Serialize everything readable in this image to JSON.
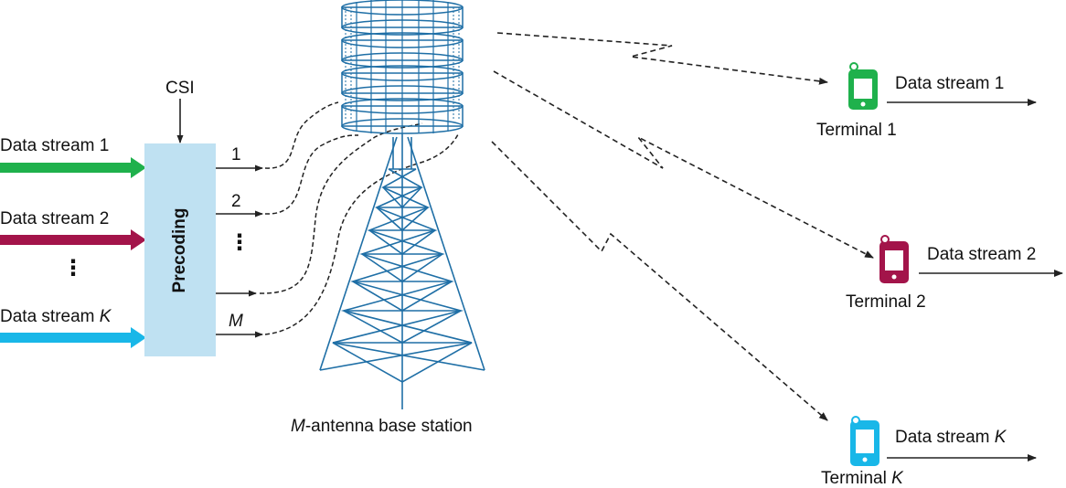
{
  "inputs": {
    "csi": "CSI",
    "streams": [
      {
        "label": "Data stream 1",
        "color": "#1fb14c"
      },
      {
        "label": "Data stream 2",
        "color": "#a3144a"
      },
      {
        "label": "Data stream ",
        "label_italic": "K",
        "color": "#19b7e8"
      }
    ],
    "dots": "⋮"
  },
  "precoder": {
    "label": "Precoding"
  },
  "antenna_ports": {
    "p1": "1",
    "p2": "2",
    "pdots": "⋮",
    "pm": "M"
  },
  "base_station": {
    "label_italic": "M",
    "label_rest": "-antenna base station",
    "color": "#1f6fa6"
  },
  "terminals": [
    {
      "label": "Terminal 1",
      "stream_label": "Data stream 1",
      "color": "#1fb14c"
    },
    {
      "label": "Terminal 2",
      "stream_label": "Data stream 2",
      "color": "#a3144a"
    },
    {
      "label": "Terminal ",
      "label_italic": "K",
      "stream_label": "Data stream ",
      "stream_italic": "K",
      "color": "#19b7e8"
    }
  ]
}
